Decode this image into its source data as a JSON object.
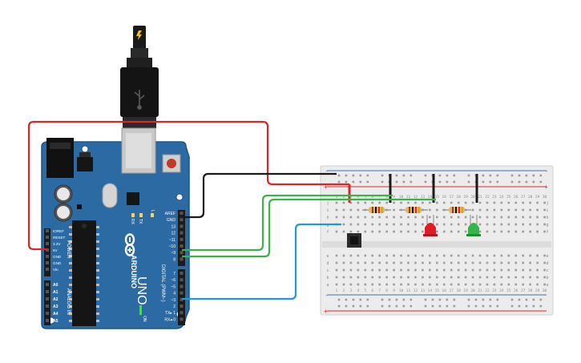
{
  "board": {
    "brand": "ARDUINO",
    "model": "UNO",
    "on_label": "ON",
    "power_header_title": "POWER",
    "analog_header_title": "ANALOG IN",
    "digital_header_title": "DIGITAL (PWM~)",
    "led_labels": [
      "L",
      "TX",
      "RX"
    ],
    "power_pins": [
      "IOREF",
      "RESET",
      "3.3V",
      "5V",
      "GND",
      "GND",
      "Vin"
    ],
    "analog_pins": [
      "A0",
      "A1",
      "A2",
      "A3",
      "A4",
      "A5"
    ],
    "digital_pins_upper": [
      "AREF",
      "GND",
      "13",
      "12",
      "~11",
      "~10",
      "~9",
      "8"
    ],
    "digital_pins_lower": [
      "7",
      "~6",
      "~5",
      "4",
      "~3",
      "2",
      "TX▸ 1",
      "RX◂ 0"
    ]
  },
  "breadboard": {
    "row_letters_top": [
      "j",
      "i",
      "h",
      "g",
      "f"
    ],
    "row_letters_bottom": [
      "e",
      "d",
      "c",
      "b",
      "a"
    ],
    "column_numbers": [
      "1",
      "2",
      "3",
      "4",
      "5",
      "6",
      "7",
      "8",
      "9",
      "10",
      "11",
      "12",
      "13",
      "14",
      "15",
      "16",
      "17",
      "18",
      "19",
      "20",
      "21",
      "22",
      "23",
      "24",
      "25",
      "26",
      "27",
      "28",
      "29",
      "30"
    ],
    "rail_minus": "-",
    "rail_plus": "+"
  },
  "colors": {
    "board": "#2b6aa3",
    "board_edge": "#1e5485",
    "header": "#1b1b1b",
    "wire_red": "#d9262a",
    "wire_black": "#1a1a1a",
    "wire_green": "#3bb34a",
    "wire_blue": "#1f9ad6",
    "led_red": "#e01b22",
    "led_green": "#35b44a",
    "breadboard": "#ececec",
    "rail_red": "#d62b2b",
    "rail_blue": "#3d6fb5"
  }
}
